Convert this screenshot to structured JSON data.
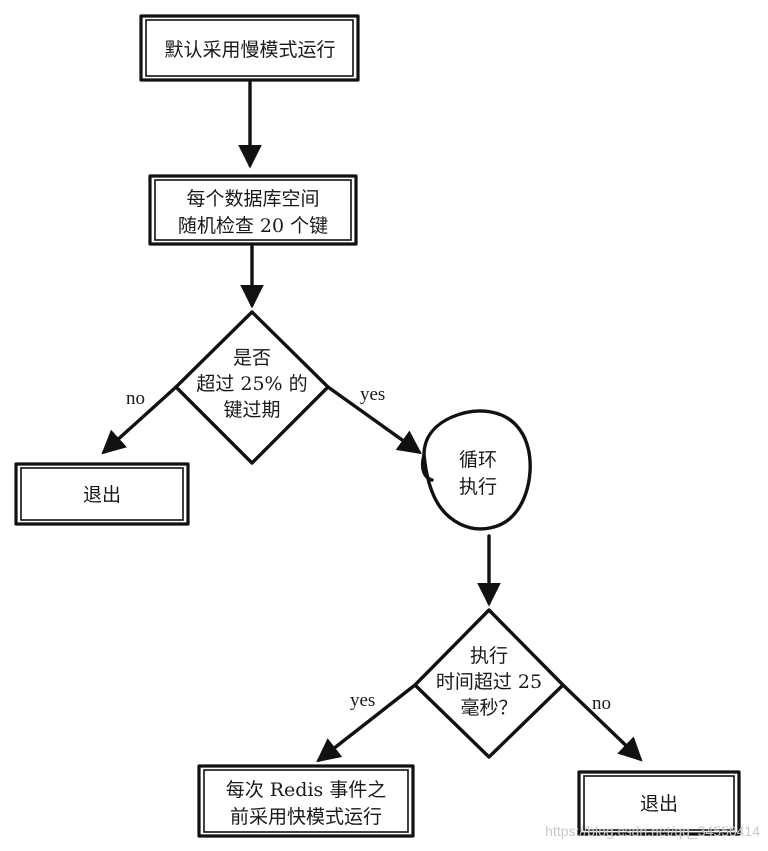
{
  "nodes": {
    "start": {
      "lines": [
        "默认采用慢模式运行"
      ]
    },
    "check": {
      "lines": [
        "每个数据库空间",
        "随机检查 20 个键"
      ]
    },
    "decision1": {
      "lines": [
        "是否",
        "超过 25% 的",
        "键过期"
      ]
    },
    "exit1": {
      "lines": [
        "退出"
      ]
    },
    "loop": {
      "lines": [
        "循环",
        "执行"
      ]
    },
    "decision2": {
      "lines": [
        "执行",
        "时间超过 25",
        "毫秒？"
      ]
    },
    "fast": {
      "lines": [
        "每次 Redis 事件之",
        "前采用快模式运行"
      ]
    },
    "exit2": {
      "lines": [
        "退出"
      ]
    }
  },
  "edge_labels": {
    "d1_no": "no",
    "d1_yes": "yes",
    "d2_yes": "yes",
    "d2_no": "no"
  },
  "watermark": "https://blog.csdn.net/qq_34556414"
}
